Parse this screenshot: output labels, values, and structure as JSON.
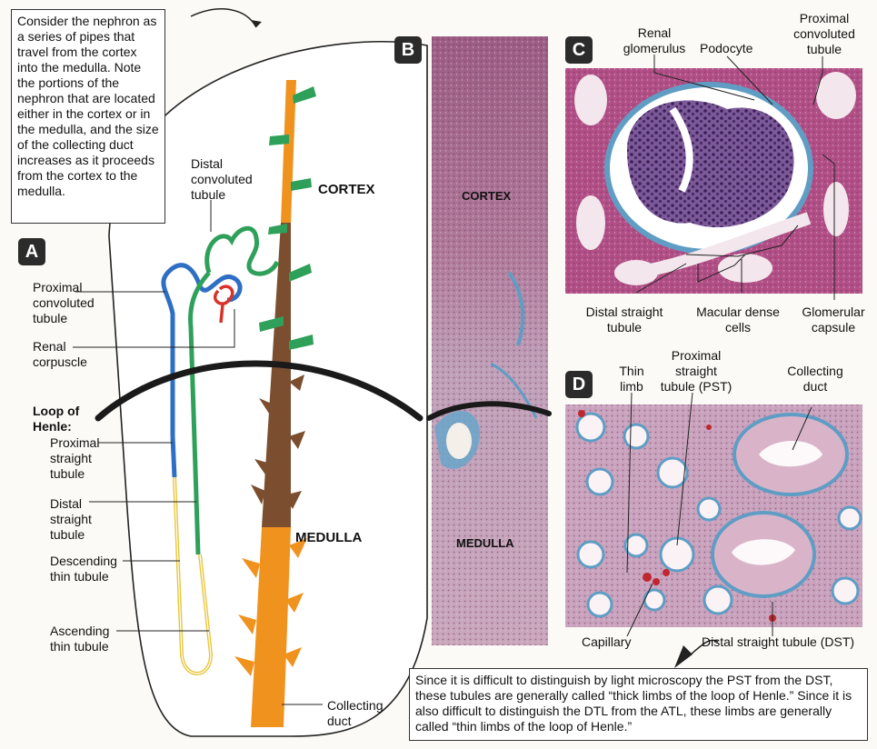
{
  "panels": {
    "a": "A",
    "b": "B",
    "c": "C",
    "d": "D"
  },
  "intro_note": "Consider the nephron as a series of pipes that travel from the cortex into the medulla. Note the portions of the nephron that are located either in the cortex or in the medulla, and the size of the collecting duct increases as it proceeds from the cortex to the medulla.",
  "bottom_note": "Since it is difficult to distinguish by light microscopy the PST from the DST, these tubules are generally called “thick limbs of the loop of Henle.” Since it is also difficult to distinguish the DTL from the ATL, these limbs are generally called “thin limbs of the loop of Henle.”",
  "regions": {
    "cortex_diagram": "CORTEX",
    "medulla_diagram": "MEDULLA",
    "cortex_micro": "CORTEX",
    "medulla_micro": "MEDULLA"
  },
  "panel_a_labels": {
    "distal_convoluted": "Distal\nconvoluted\ntubule",
    "proximal_convoluted": "Proximal\nconvoluted\ntubule",
    "renal_corpuscle": "Renal\ncorpuscle",
    "loop_of_henle": "Loop of\nHenle:",
    "proximal_straight": "Proximal\nstraight\ntubule",
    "distal_straight": "Distal\nstraight\ntubule",
    "descending_thin": "Descending\nthin tubule",
    "ascending_thin": "Ascending\nthin tubule",
    "collecting_duct": "Collecting\nduct"
  },
  "panel_c_labels": {
    "renal_glomerulus": "Renal\nglomerulus",
    "podocyte": "Podocyte",
    "proximal_convoluted": "Proximal\nconvoluted\ntubule",
    "distal_straight": "Distal straight\ntubule",
    "macular_dense": "Macular dense\ncells",
    "glomerular_capsule": "Glomerular\ncapsule"
  },
  "panel_d_labels": {
    "thin_limb": "Thin\nlimb",
    "pst": "Proximal\nstraight\ntubule (PST)",
    "collecting_duct": "Collecting\nduct",
    "capillary": "Capillary",
    "dst": "Distal straight tubule (DST)"
  },
  "colors": {
    "proximal": "#2e6fc4",
    "distal": "#2fa05a",
    "corpuscle": "#d8322a",
    "thin": "#e9c63a",
    "collecting_cortex": "#f0921e",
    "collecting_medulla": "#7a4e2f",
    "tissue": "#b98aa8",
    "stain_blue": "#5f9dc4"
  }
}
